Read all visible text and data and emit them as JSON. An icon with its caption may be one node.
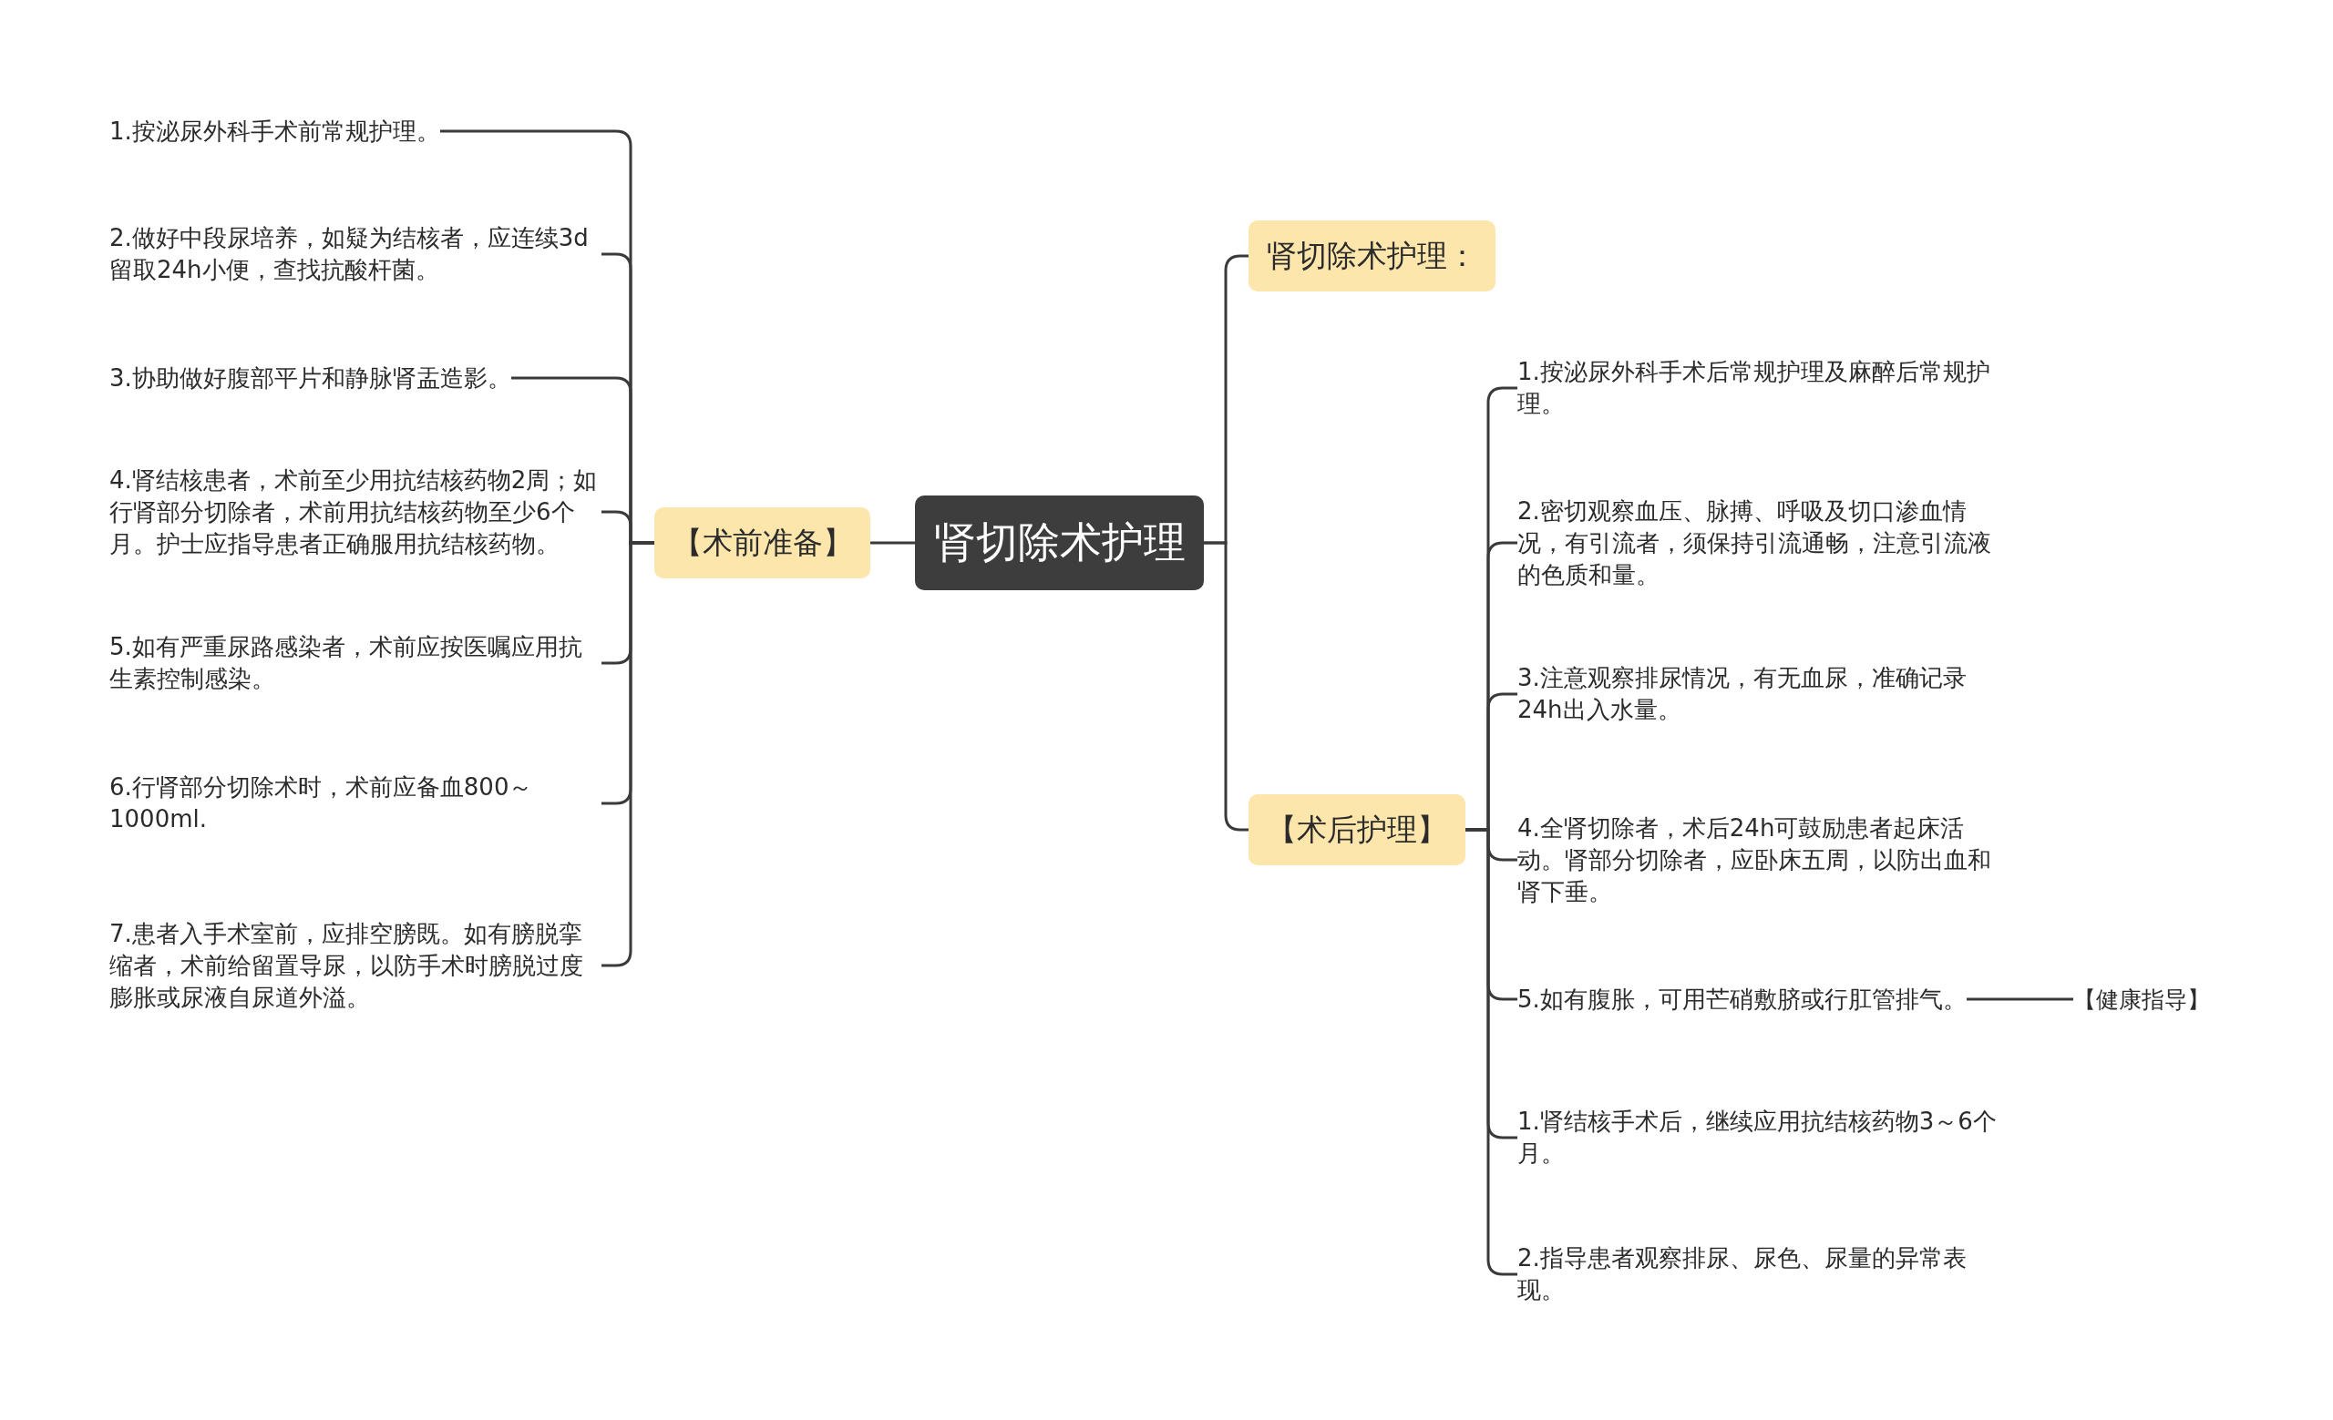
{
  "diagram": {
    "nodes": [
      {
        "text": [
          "肾切除术护理"
        ]
      },
      {
        "text": [
          "【术前准备】"
        ]
      },
      {
        "text": [
          "1.按泌尿外科手术前常规护理。"
        ]
      },
      {
        "text": [
          "2.做好中段尿培养，如疑为结核者，应连续3d留取24h小便，查找抗酸杆菌。"
        ]
      },
      {
        "text": [
          "3.协助做好腹部平片和静脉肾盂造影。"
        ]
      },
      {
        "text": [
          "4.肾结核患者，术前至少用抗结核药物2周；如行肾部分切除者，术前用抗结核药物至少6个月。护士应指导患者正确服用抗结核药物。"
        ]
      },
      {
        "text": [
          "5.如有严重尿路感染者，术前应按医嘱应用抗生素控制感染。"
        ]
      },
      {
        "text": [
          "6.行肾部分切除术时，术前应备血800～1000ml."
        ]
      },
      {
        "text": [
          "7.患者入手术室前，应排空膀既。如有膀脱挛缩者，术前给留置导尿，以防手术时膀脱过度膨胀或尿液自尿道外溢。"
        ]
      },
      {
        "text": [
          "肾切除术护理："
        ]
      },
      {
        "text": [
          "【术后护理】"
        ]
      },
      {
        "text": [
          "1.按泌尿外科手术后常规护理及麻醉后常规护理。"
        ]
      },
      {
        "text": [
          "2.密切观察血压、脉搏、呼吸及切口渗血情况，有引流者，须保持引流通畅，注意引流液的色质和量。"
        ]
      },
      {
        "text": [
          "3.注意观察排尿情况，有无血尿，准确记录24h出入水量。"
        ]
      },
      {
        "text": [
          "4.全肾切除者，术后24h可鼓励患者起床活动。肾部分切除者，应卧床五周，以防出血和肾下垂。"
        ]
      },
      {
        "text": [
          "5.如有腹胀，可用芒硝敷脐或行肛管排气。"
        ]
      },
      {
        "text": [
          "1.肾结核手术后，继续应用抗结核药物3～6个月。"
        ]
      },
      {
        "text": [
          "2.指导患者观察排尿、尿色、尿量的异常表现。"
        ]
      },
      {
        "text": [
          "【健康指导】"
        ]
      }
    ],
    "edges": [
      {
        "from": 0,
        "to": 1,
        "arrow": "none"
      },
      {
        "from": 1,
        "to": 2,
        "arrow": "none"
      },
      {
        "from": 1,
        "to": 3,
        "arrow": "none"
      },
      {
        "from": 1,
        "to": 4,
        "arrow": "none"
      },
      {
        "from": 1,
        "to": 5,
        "arrow": "none"
      },
      {
        "from": 1,
        "to": 6,
        "arrow": "none"
      },
      {
        "from": 1,
        "to": 7,
        "arrow": "none"
      },
      {
        "from": 1,
        "to": 8,
        "arrow": "none"
      },
      {
        "from": 0,
        "to": 9,
        "arrow": "none"
      },
      {
        "from": 0,
        "to": 10,
        "arrow": "none"
      },
      {
        "from": 10,
        "to": 11,
        "arrow": "none"
      },
      {
        "from": 10,
        "to": 12,
        "arrow": "none"
      },
      {
        "from": 10,
        "to": 13,
        "arrow": "none"
      },
      {
        "from": 10,
        "to": 14,
        "arrow": "none"
      },
      {
        "from": 10,
        "to": 15,
        "arrow": "none"
      },
      {
        "from": 10,
        "to": 16,
        "arrow": "none"
      },
      {
        "from": 10,
        "to": 17,
        "arrow": "none"
      },
      {
        "from": 15,
        "to": 18,
        "arrow": "none"
      }
    ]
  }
}
